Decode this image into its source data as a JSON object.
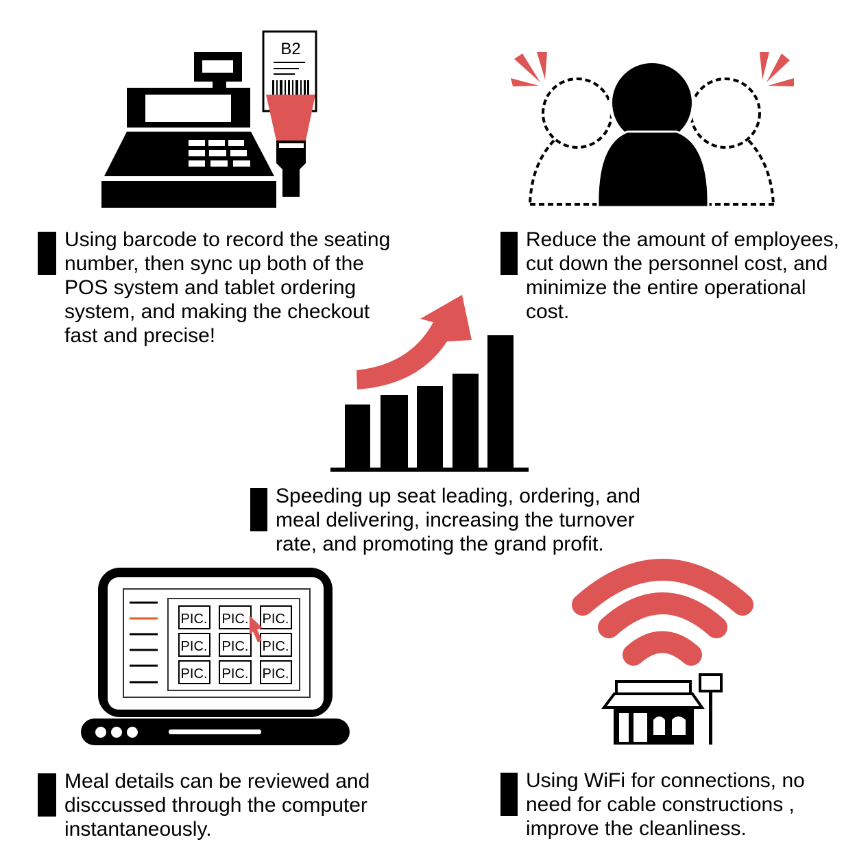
{
  "colors": {
    "accent_red": "#dd5555",
    "menu_orange": "#e8571e",
    "ink": "#000000"
  },
  "pos_icon": {
    "receipt_label": "B2"
  },
  "laptop_icon": {
    "tiles": [
      "PIC.",
      "PIC.",
      "PIC.",
      "PIC.",
      "PIC.",
      "PIC.",
      "PIC.",
      "PIC.",
      "PIC."
    ]
  },
  "blocks": {
    "barcode": {
      "lines": [
        "Using barcode to record the seating",
        "number, then sync up both of the",
        "POS system and tablet ordering",
        "system, and making the checkout",
        "fast and precise!"
      ]
    },
    "employees": {
      "lines": [
        "Reduce the amount of employees,",
        "cut down the personnel cost, and",
        "minimize the entire operational",
        "cost."
      ]
    },
    "speed": {
      "lines": [
        "Speeding up seat leading, ordering, and",
        "meal delivering, increasing the turnover",
        "rate, and promoting the grand profit."
      ]
    },
    "meal": {
      "lines": [
        "Meal details can be reviewed and",
        "disccussed through the computer",
        "instantaneously."
      ]
    },
    "wifi": {
      "lines": [
        "Using WiFi for connections, no",
        "need for cable constructions ,",
        "improve the cleanliness."
      ]
    }
  }
}
